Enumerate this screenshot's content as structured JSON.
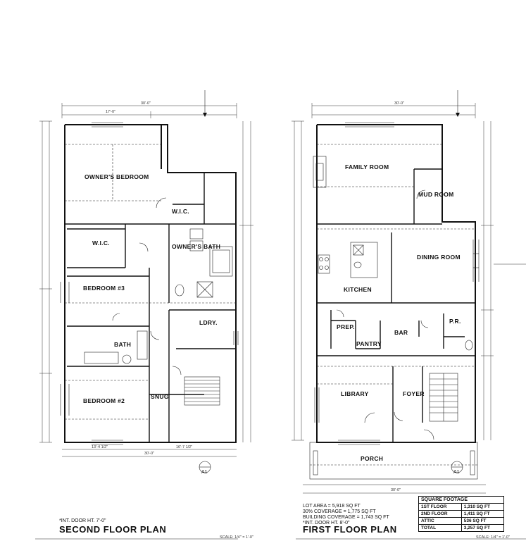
{
  "second_floor": {
    "title": "SECOND FLOOR PLAN",
    "door_height_note": "*INT. DOOR HT. 7'-0\"",
    "scale": "SCALE: 1/4\" = 1'-0\"",
    "rooms": {
      "owners_bedroom": "OWNER'S BEDROOM",
      "wic_1": "W.I.C.",
      "wic_2": "W.I.C.",
      "owners_bath": "OWNER'S BATH",
      "bedroom3": "BEDROOM #3",
      "bath": "BATH",
      "ldry": "LDRY.",
      "bedroom2": "BEDROOM #2",
      "snug": "SNUG"
    },
    "dims": {
      "overall_width": "30'-0\"",
      "top_left": "17'-0\"",
      "bottom_width": "30'-0\"",
      "bottom_left": "13'-4 1/2\"",
      "bottom_right": "16'-7 1/2\""
    }
  },
  "first_floor": {
    "title": "FIRST FLOOR PLAN",
    "door_height_note": "*INT. DOOR HT. 8'-0\"",
    "scale": "SCALE: 1/4\" = 1'-0\"",
    "rooms": {
      "family_room": "FAMILY ROOM",
      "mud_room": "MUD ROOM",
      "dining_room": "DINING ROOM",
      "kitchen": "KITCHEN",
      "prep": "PREP.",
      "bar": "BAR",
      "pantry": "PANTRY",
      "pr": "P.R.",
      "library": "LIBRARY",
      "foyer": "FOYER",
      "porch": "PORCH"
    },
    "site_data": {
      "lot_area": "LOT AREA = 5,918 SQ FT",
      "coverage_30": "30% COVERAGE = 1,775 SQ FT",
      "building_coverage": "BUILDING COVERAGE = 1,743 SQ FT"
    },
    "dims": {
      "overall_width": "30'-0\"",
      "bottom_width": "30'-0\""
    }
  },
  "square_footage": {
    "title": "SQUARE FOOTAGE",
    "rows": [
      {
        "label": "1ST FLOOR",
        "value": "1,310 SQ FT"
      },
      {
        "label": "2ND FLOOR",
        "value": "1,411 SQ FT"
      },
      {
        "label": "ATTIC",
        "value": "536 SQ FT"
      },
      {
        "label": "TOTAL",
        "value": "3,257 SQ FT"
      }
    ]
  },
  "section_marker": "A1"
}
